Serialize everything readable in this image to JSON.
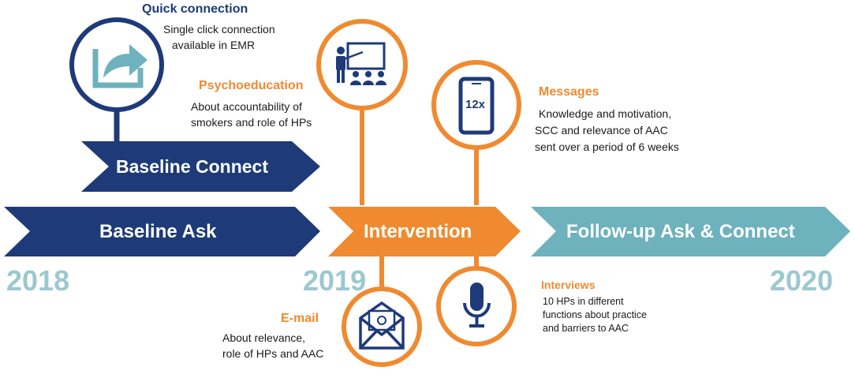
{
  "colors": {
    "navy": "#1e3a78",
    "orange": "#f08a30",
    "teal": "#6db2bd",
    "year": "#9cc8d0"
  },
  "phases": {
    "baseline_ask": "Baseline Ask",
    "baseline_connect": "Baseline Connect",
    "intervention": "Intervention",
    "follow_up": "Follow-up Ask & Connect"
  },
  "years": [
    "2018",
    "2019",
    "2020"
  ],
  "components": {
    "quick_connection": {
      "title": "Quick connection",
      "lines": [
        "Single click connection",
        "available in EMR"
      ],
      "icon": "share-arrow-icon"
    },
    "psychoeducation": {
      "title": "Psychoeducation",
      "lines": [
        "About accountability of",
        "smokers and role of HPs"
      ],
      "icon": "presentation-icon"
    },
    "messages": {
      "title": "Messages",
      "lines": [
        "Knowledge and motivation,",
        "SCC and relevance of AAC",
        "sent over a period of 6 weeks"
      ],
      "icon": "phone-icon",
      "badge": "12x"
    },
    "email": {
      "title": "E-mail",
      "lines": [
        "About relevance,",
        "role of HPs and AAC"
      ],
      "icon": "email-envelope-icon"
    },
    "interviews": {
      "title": "Interviews",
      "lines": [
        "10 HPs in different",
        "functions about practice",
        "and barriers to AAC"
      ],
      "icon": "microphone-icon"
    }
  }
}
